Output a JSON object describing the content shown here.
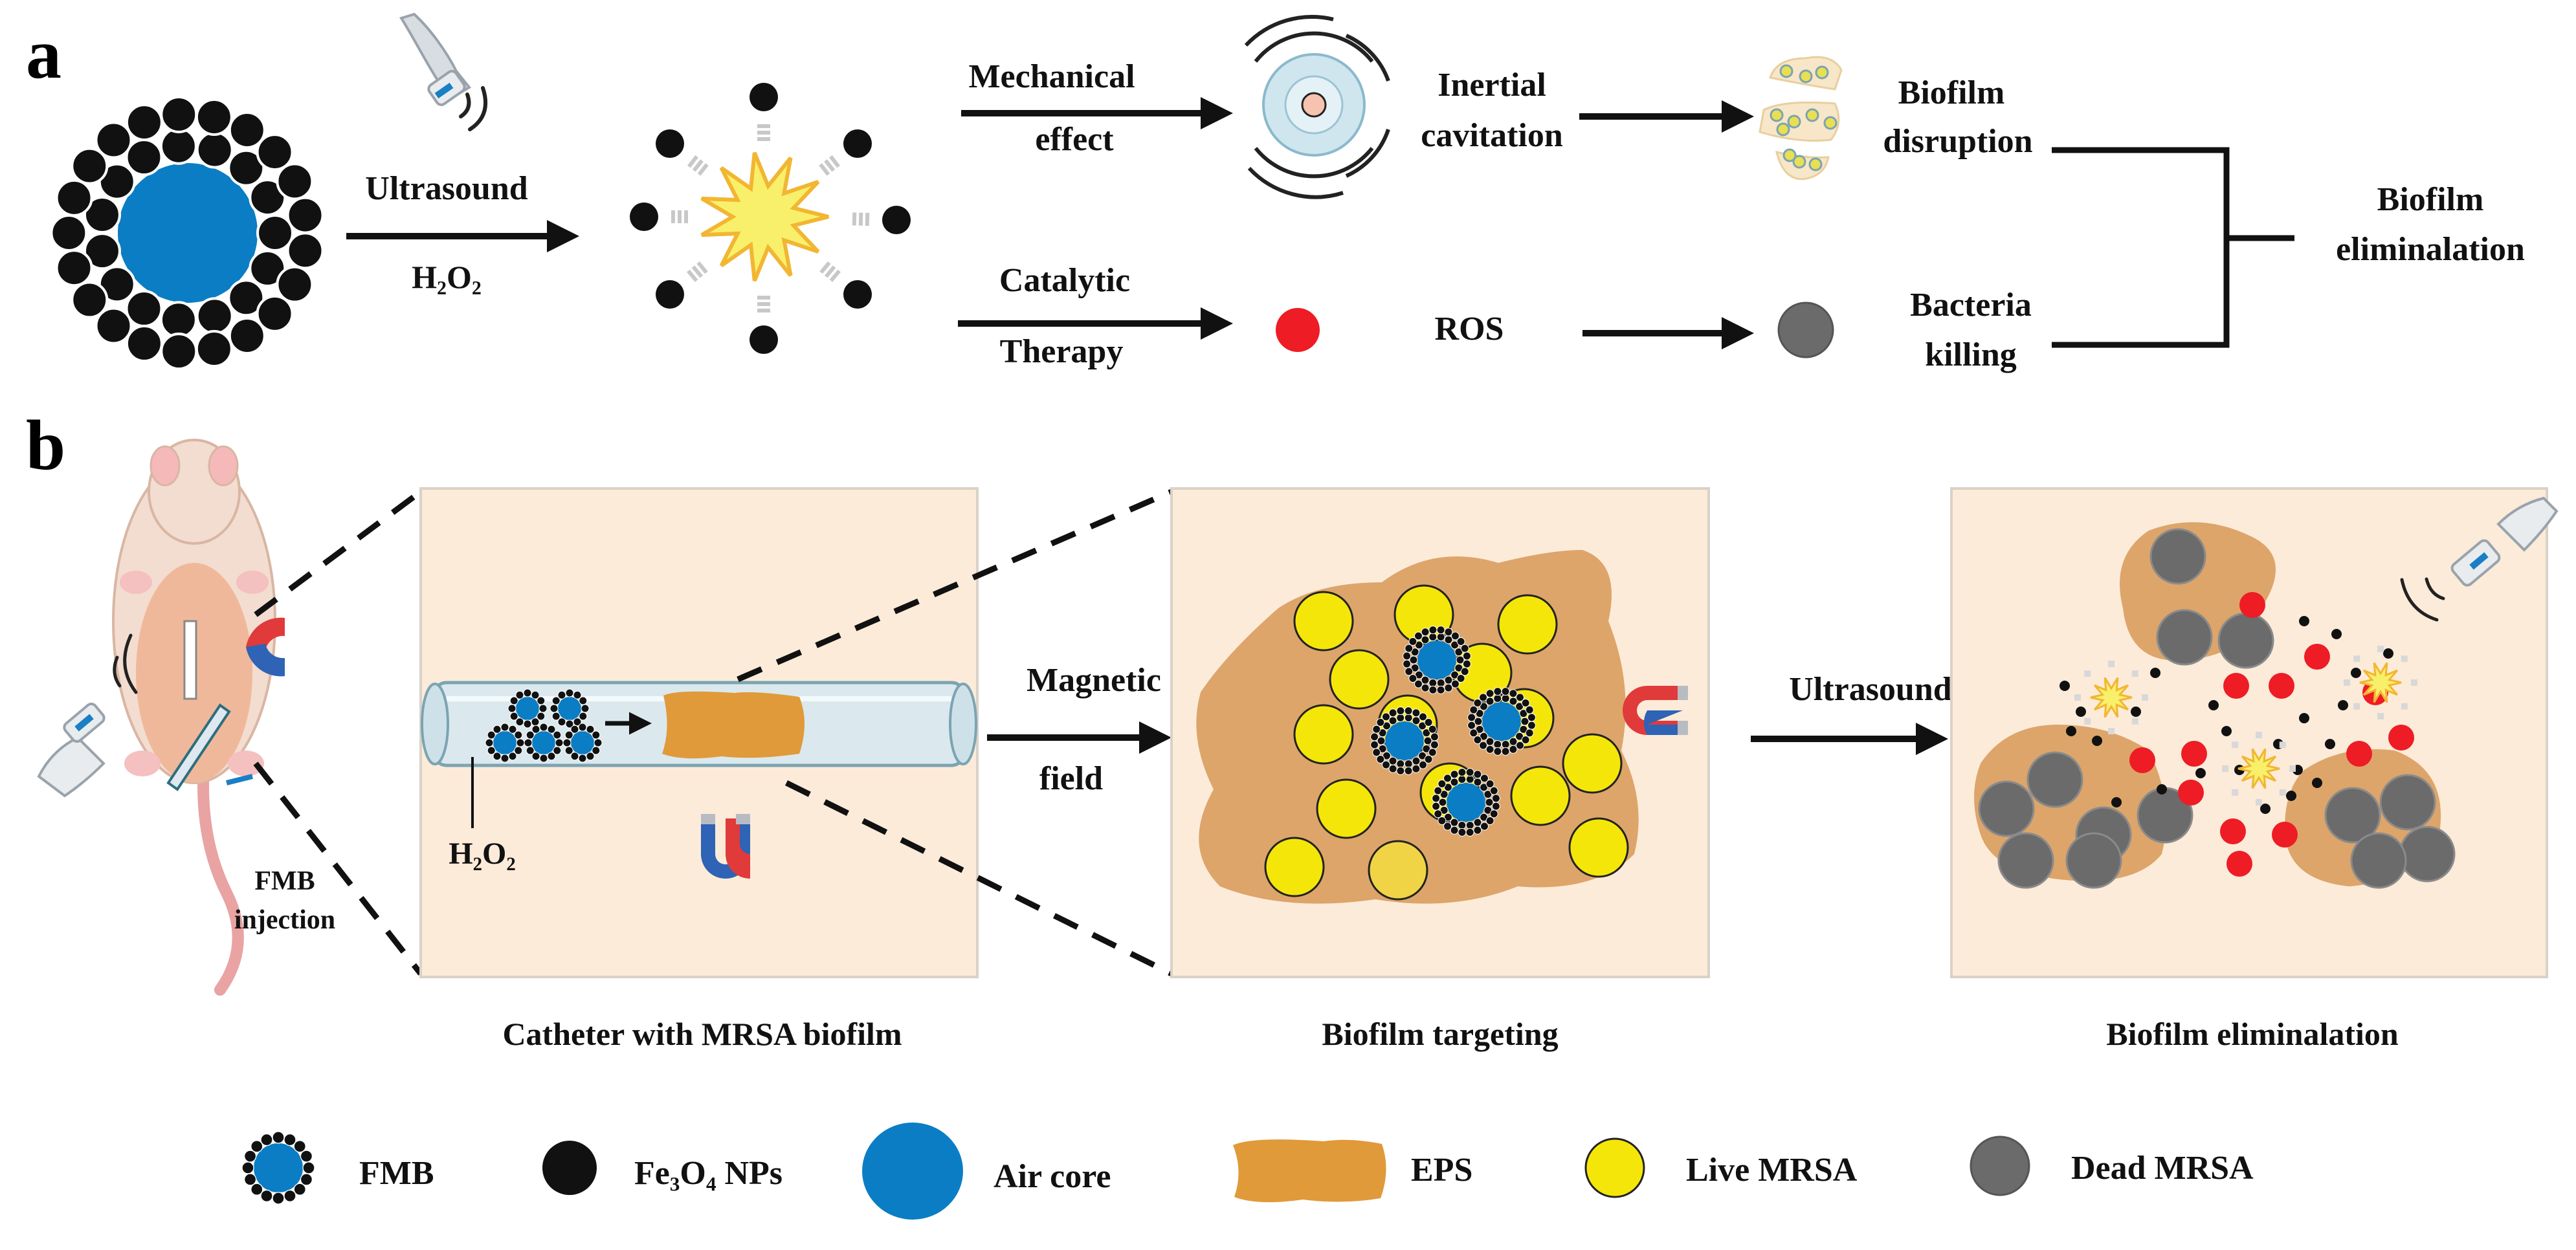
{
  "panel_a": {
    "letter": "a",
    "ultrasound": "Ultrasound",
    "h2o2": "H₂O₂",
    "mechanical_1": "Mechanical",
    "mechanical_2": "effect",
    "inertial_1": "Inertial",
    "inertial_2": "cavitation",
    "biofilm_disruption_1": "Biofilm",
    "biofilm_disruption_2": "disruption",
    "catalytic_1": "Catalytic",
    "catalytic_2": "Therapy",
    "ros": "ROS",
    "bacteria_killing_1": "Bacteria",
    "bacteria_killing_2": "killing",
    "biofilm_elim_1": "Biofilm",
    "biofilm_elim_2": "eliminalation"
  },
  "panel_b": {
    "letter": "b",
    "fmb_injection_1": "FMB",
    "fmb_injection_2": "injection",
    "h2o2": "H₂O₂",
    "magnetic_1": "Magnetic",
    "magnetic_2": "field",
    "ultrasound": "Ultrasound",
    "caption_1": "Catheter with MRSA biofilm",
    "caption_2": "Biofilm targeting",
    "caption_3": "Biofilm eliminalation"
  },
  "legend": {
    "fmb": "FMB",
    "fe3o4": "Fe₃O₄ NPs",
    "air_core": "Air core",
    "eps": "EPS",
    "live": "Live MRSA",
    "dead": "Dead MRSA"
  },
  "colors": {
    "air_core": "#0b7dc4",
    "fe3o4": "#111111",
    "eps": "#e09a3a",
    "live_mrsa": "#f5e60a",
    "dead_mrsa": "#6b6b6b",
    "ros": "#ee1c25",
    "panel_bg": "#fcebd9",
    "biofilm": "#dda56a"
  }
}
